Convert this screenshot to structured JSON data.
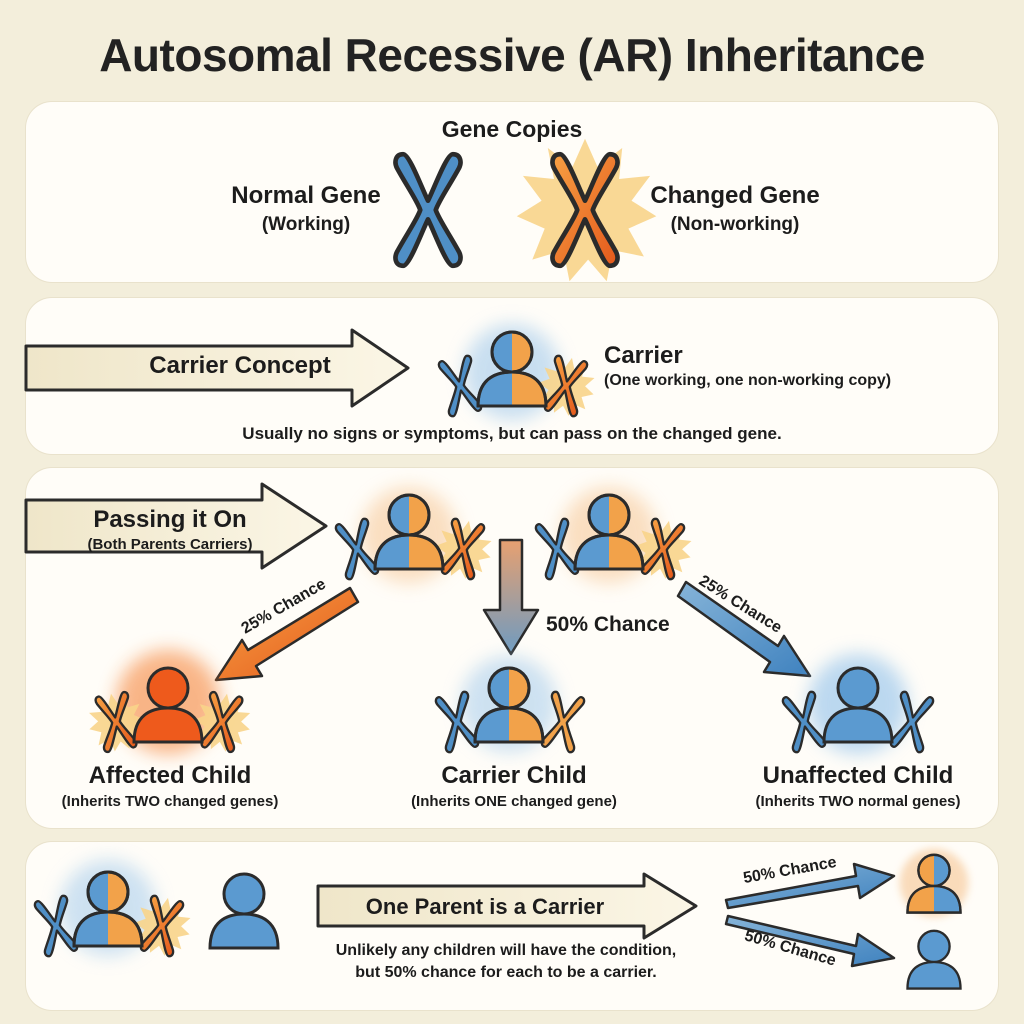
{
  "title": "Autosomal Recessive (AR) Inheritance",
  "colors": {
    "working": "#4f8fc6",
    "nonworking": "#ee7a2f",
    "affected": "#f26a22",
    "carrier_half": "#f2a24a",
    "background": "#f3eedb",
    "panel": "#fffdf8"
  },
  "gene_copies": {
    "heading": "Gene Copies",
    "normal": {
      "label": "Normal Gene",
      "sub": "(Working)",
      "icon": "blue-chromosome-icon"
    },
    "changed": {
      "label": "Changed Gene",
      "sub": "(Non-working)",
      "icon": "orange-chromosome-icon"
    }
  },
  "carrier_concept": {
    "arrow_label": "Carrier Concept",
    "label": "Carrier",
    "sub": "(One working, one non-working copy)",
    "note": "Usually no signs or symptoms, but can pass on the changed gene."
  },
  "passing_on": {
    "arrow_label": "Passing it On",
    "arrow_sub": "(Both Parents Carriers)",
    "chances": {
      "affected": "25% Chance",
      "carrier": "50% Chance",
      "unaffected": "25% Chance"
    },
    "children": [
      {
        "label": "Affected Child",
        "sub": "(Inherits TWO changed genes)"
      },
      {
        "label": "Carrier Child",
        "sub": "(Inherits ONE changed gene)"
      },
      {
        "label": "Unaffected Child",
        "sub": "(Inherits TWO normal genes)"
      }
    ]
  },
  "one_parent": {
    "arrow_label": "One Parent is a Carrier",
    "note_line1": "Unlikely any children will have the condition,",
    "note_line2": "but 50% chance for each to be a carrier.",
    "chance_top": "50% Chance",
    "chance_bottom": "50% Chance"
  }
}
